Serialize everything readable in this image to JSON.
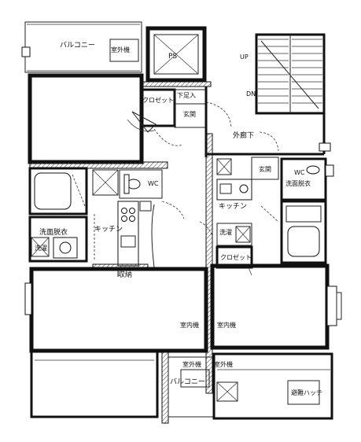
{
  "labels": {
    "balcony_top": "バルコニー",
    "outdoor_unit_top": "室外機",
    "ps": "PS",
    "up": "UP",
    "dn": "DN",
    "closet_top": "クロゼット",
    "shoe_storage": "下足入",
    "entrance_left": "玄関",
    "outer_corridor": "外廊下",
    "entrance_right": "玄関",
    "wc_left": "WC",
    "wc_right": "WC",
    "washroom_right": "洗面脱衣",
    "kitchen_left": "キッチン",
    "kitchen_right": "キッチン",
    "washroom_left": "洗面脱衣",
    "laundry_left": "洗濯",
    "laundry_right": "洗濯",
    "closet_right": "クロゼット",
    "storage": "収納",
    "indoor_unit_left": "室内機",
    "indoor_unit_right": "室内機",
    "outdoor_unit_bl": "室外機",
    "outdoor_unit_br": "室外機",
    "balcony_bottom": "バルコニー",
    "emergency_hatch": "避難ハッチ"
  }
}
